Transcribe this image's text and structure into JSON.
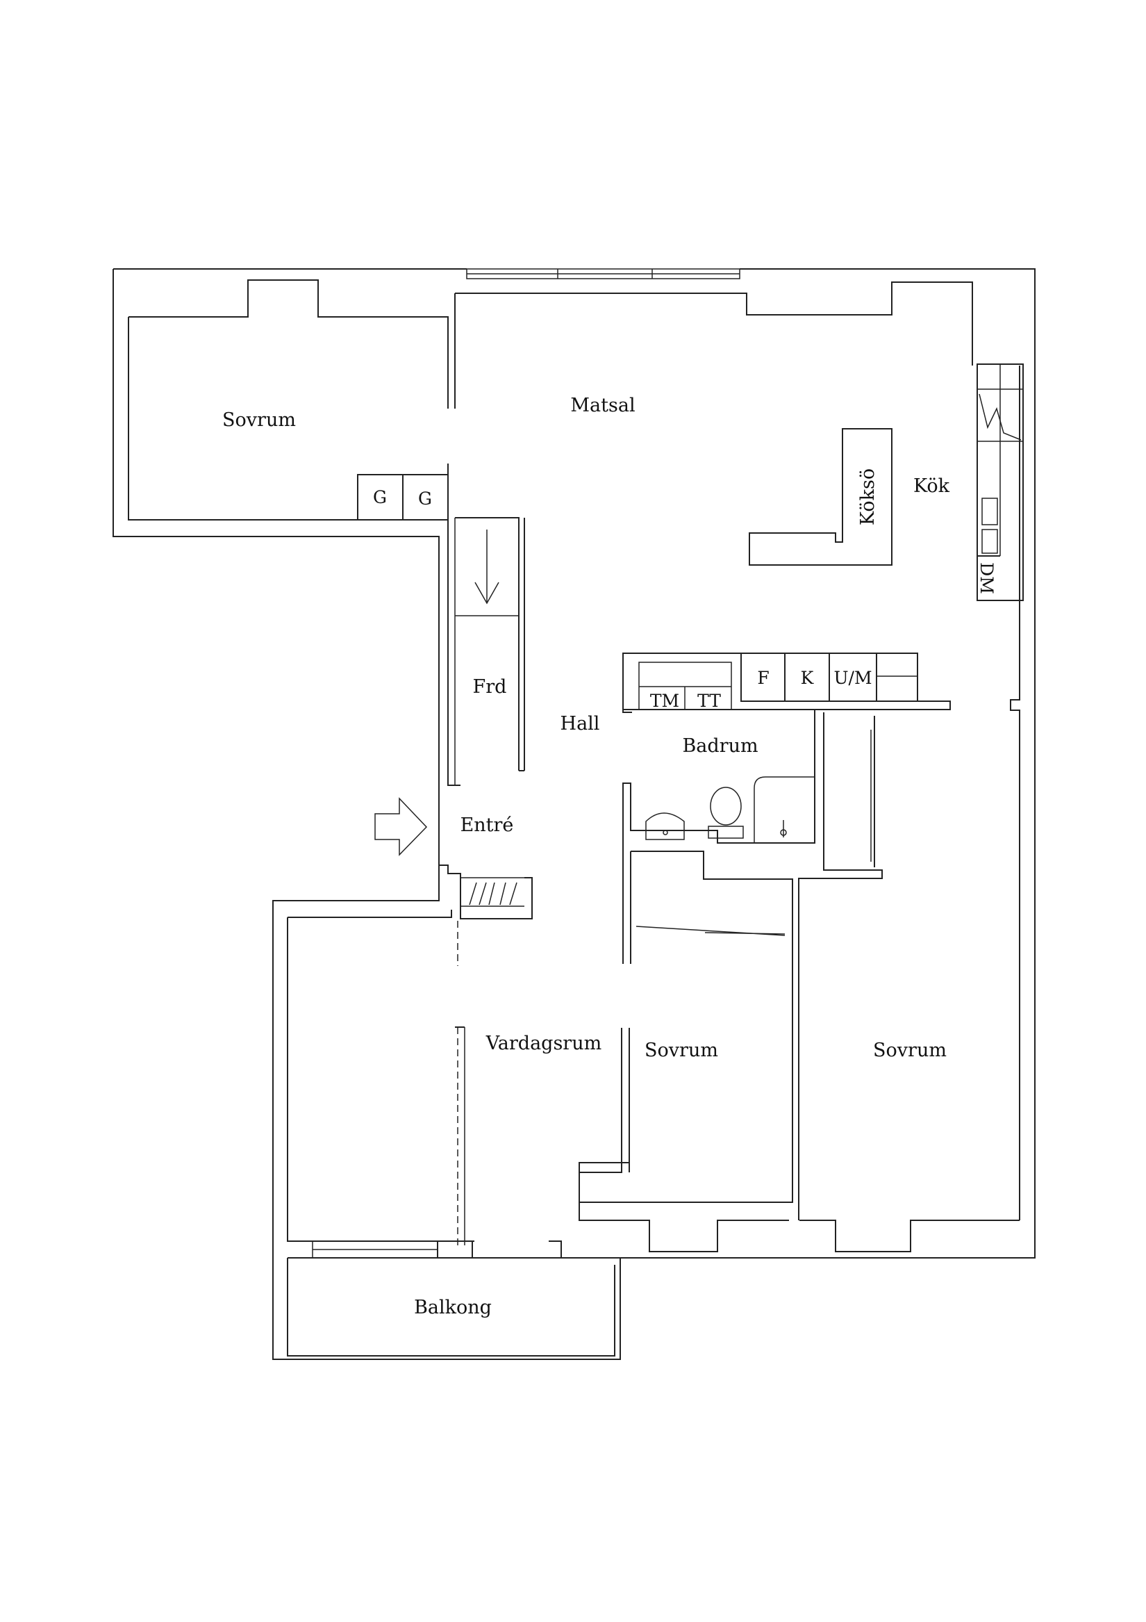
{
  "rooms": {
    "sovrum_nw": "Sovrum",
    "matsal": "Matsal",
    "kok": "Kök",
    "koks": "Köksö",
    "frd": "Frd",
    "hall": "Hall",
    "badrum": "Badrum",
    "entre": "Entré",
    "vardagsrum": "Vardagsrum",
    "sovrum_mid": "Sovrum",
    "sovrum_east": "Sovrum",
    "balkong": "Balkong"
  },
  "fixtures": {
    "g1": "G",
    "g2": "G",
    "tm": "TM",
    "tt": "TT",
    "f": "F",
    "k": "K",
    "um": "U/M",
    "dm": "DM"
  }
}
